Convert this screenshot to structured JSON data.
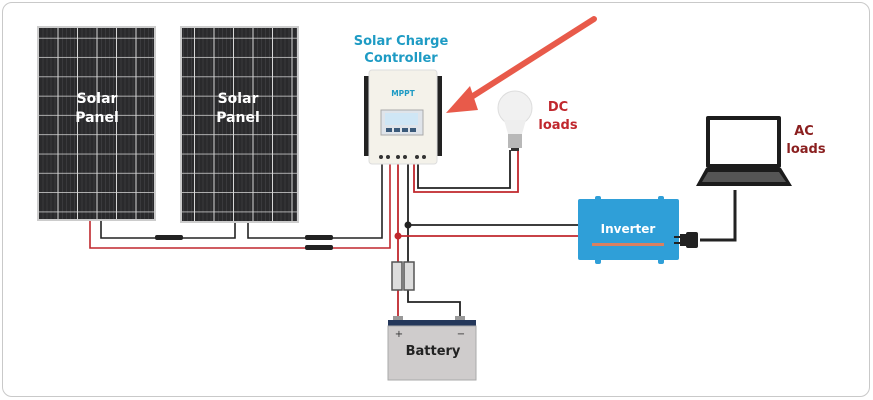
{
  "panels": [
    {
      "line1": "Solar",
      "line2": "Panel"
    },
    {
      "line1": "Solar",
      "line2": "Panel"
    }
  ],
  "controller": {
    "title_line1": "Solar Charge",
    "title_line2": "Controller",
    "badge": "MPPT"
  },
  "dc_loads": {
    "line1": "DC",
    "line2": "loads"
  },
  "ac_loads": {
    "line1": "AC",
    "line2": "loads"
  },
  "inverter": {
    "label": "Inverter"
  },
  "battery": {
    "label": "Battery",
    "plus": "+",
    "minus": "−"
  },
  "colors": {
    "title_blue": "#1e9bc4",
    "load_red": "#c0272d",
    "arrow": "#e85a4a",
    "wire_red": "#c0272d",
    "wire_black": "#222222",
    "inverter": "#2f9fd8",
    "battery": "#cfcccc",
    "battery_top": "#24375a"
  }
}
